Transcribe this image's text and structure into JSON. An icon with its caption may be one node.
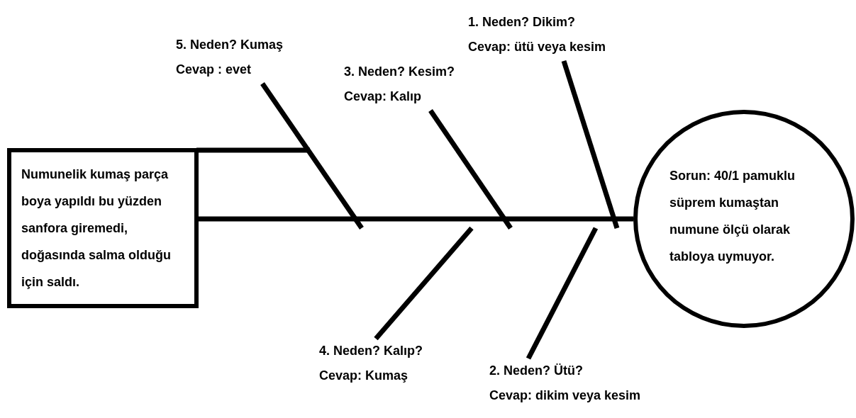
{
  "diagram": {
    "nodes": [
      {
        "text": [
          "1. Neden? Dikim?",
          "Cevap: ütü veya kesim"
        ]
      },
      {
        "text": [
          "5. Neden? Kumaş",
          "Cevap : evet"
        ]
      },
      {
        "text": [
          "3. Neden? Kesim?",
          "Cevap: Kalıp"
        ]
      },
      {
        "text": [
          "Numunelik kumaş parça boya yapıldı bu yüzden sanfora giremedi, doğasında salma olduğu için saldı."
        ]
      },
      {
        "text": [
          "Sorun: 40/1 pamuklu süprem kumaştan numune ölçü olarak tabloya uymuyor."
        ]
      },
      {
        "text": [
          "4. Neden? Kalıp?",
          "Cevap: Kumaş"
        ]
      },
      {
        "text": [
          "2. Neden? Ütü?",
          "Cevap: dikim veya kesim"
        ]
      }
    ],
    "edges": [
      {
        "from": 0,
        "to": null,
        "arrow": "none"
      },
      {
        "from": 1,
        "to": null,
        "arrow": "none"
      },
      {
        "from": 2,
        "to": null,
        "arrow": "none"
      },
      {
        "from": 5,
        "to": null,
        "arrow": "none"
      },
      {
        "from": 6,
        "to": null,
        "arrow": "none"
      },
      {
        "from": 3,
        "to": 4,
        "arrow": "none"
      },
      {
        "from": 3,
        "to": null,
        "arrow": "none"
      }
    ]
  }
}
